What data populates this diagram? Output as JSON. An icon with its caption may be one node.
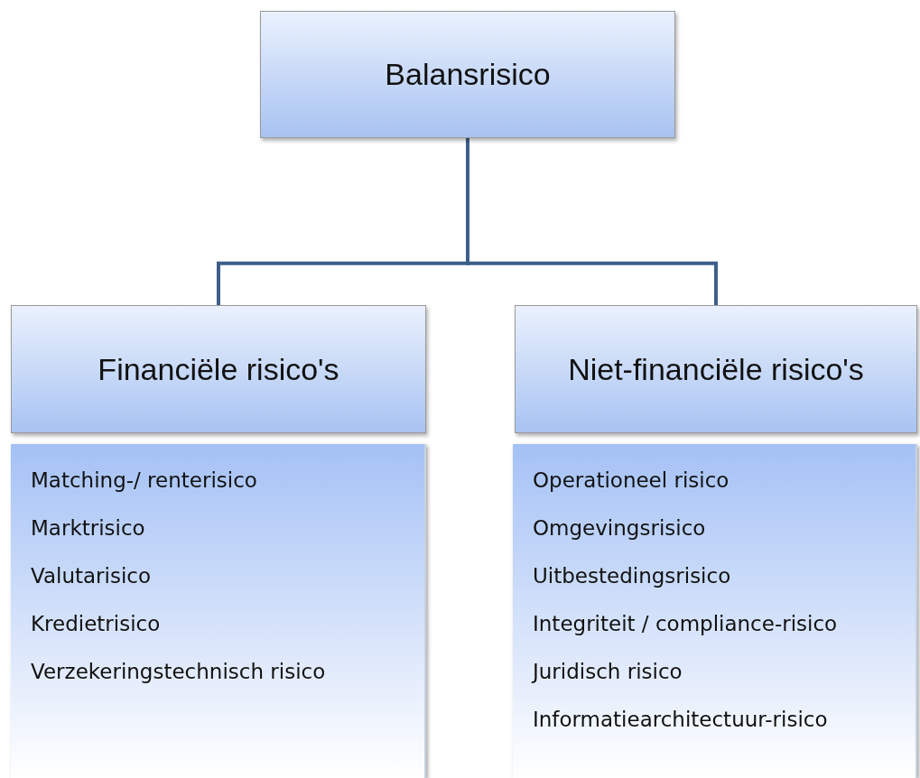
{
  "diagram": {
    "nodes": [
      {
        "text": [
          "Balansrisico"
        ]
      },
      {
        "text": [
          "Financiële risico's"
        ]
      },
      {
        "text": [
          "Niet-financiële risico's"
        ]
      },
      {
        "text": [
          "Matching-/ renterisico",
          "Marktrisico",
          "Valutarisico",
          "Kredietrisico",
          "Verzekeringstechnisch risico"
        ]
      },
      {
        "text": [
          "Operationeel risico",
          "Omgevingsrisico",
          "Uitbestedingsrisico",
          "Integriteit / compliance-risico",
          "Juridisch risico",
          "Informatiearchitectuur-risico"
        ]
      }
    ],
    "edges": [
      {
        "from": 0,
        "to": 1,
        "arrow": "none"
      },
      {
        "from": 0,
        "to": 2,
        "arrow": "none"
      }
    ]
  }
}
